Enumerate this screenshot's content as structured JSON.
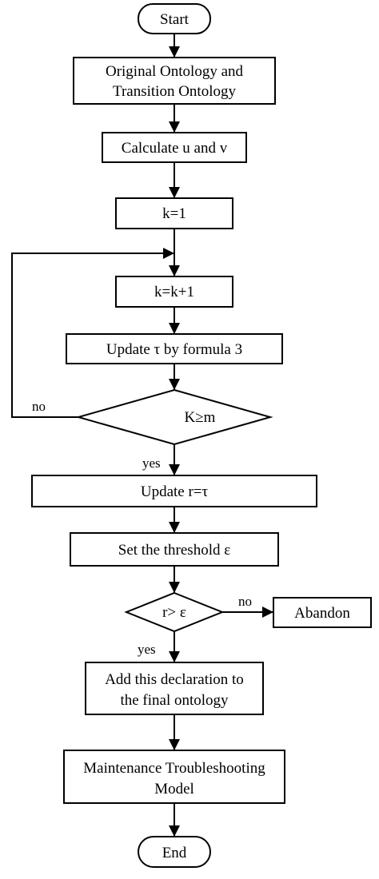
{
  "flowchart": {
    "start": "Start",
    "original_ontology": [
      "Original Ontology and",
      "Transition Ontology"
    ],
    "calculate": "Calculate u and v",
    "k_init": "k=1",
    "k_increment": "k=k+1",
    "update_tau": "Update τ by formula 3",
    "decision_k": "K≥m",
    "label_no_loop": "no",
    "label_yes_k": "yes",
    "update_r": "Update r=τ",
    "set_threshold": "Set the threshold ε",
    "decision_r": "r> ε",
    "label_no_abandon": "no",
    "abandon": "Abandon",
    "label_yes_r": "yes",
    "add_declaration": [
      "Add this declaration to",
      "the final ontology"
    ],
    "maintenance_model": [
      "Maintenance Troubleshooting",
      "Model"
    ],
    "end": "End"
  }
}
